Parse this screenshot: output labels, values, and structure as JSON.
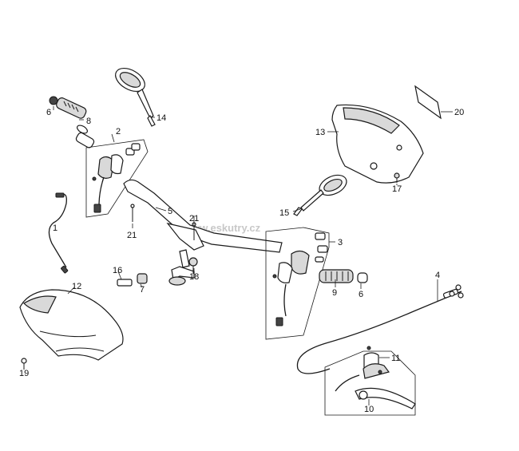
{
  "watermark": "www.eskutry.cz",
  "callouts": {
    "c1": "1",
    "c2": "2",
    "c3": "3",
    "c4": "4",
    "c5": "5",
    "c6a": "6",
    "c6b": "6",
    "c7": "7",
    "c8": "8",
    "c9": "9",
    "c10": "10",
    "c11": "11",
    "c12": "12",
    "c13": "13",
    "c14": "14",
    "c15": "15",
    "c16": "16",
    "c17": "17",
    "c18": "18",
    "c19": "19",
    "c20": "20",
    "c21a": "21",
    "c21b": "21"
  },
  "colors": {
    "line": "#1a1a1a",
    "shade": "#d9d9d9",
    "watermark": "#c8c8c8"
  }
}
